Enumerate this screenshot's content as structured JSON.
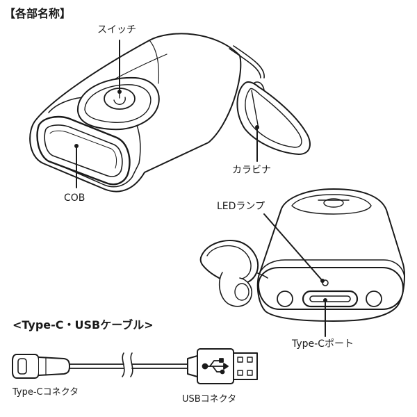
{
  "title": "【各部名称】",
  "labels": {
    "switch": "スイッチ",
    "cob": "COB",
    "carabiner": "カラビナ",
    "led_lamp": "LEDランプ",
    "type_c_port": "Type-Cポート"
  },
  "cable_section": {
    "title": "<Type-C・USBケーブル>",
    "type_c_connector": "Type-Cコネクタ",
    "usb_connector": "USBコネクタ"
  }
}
